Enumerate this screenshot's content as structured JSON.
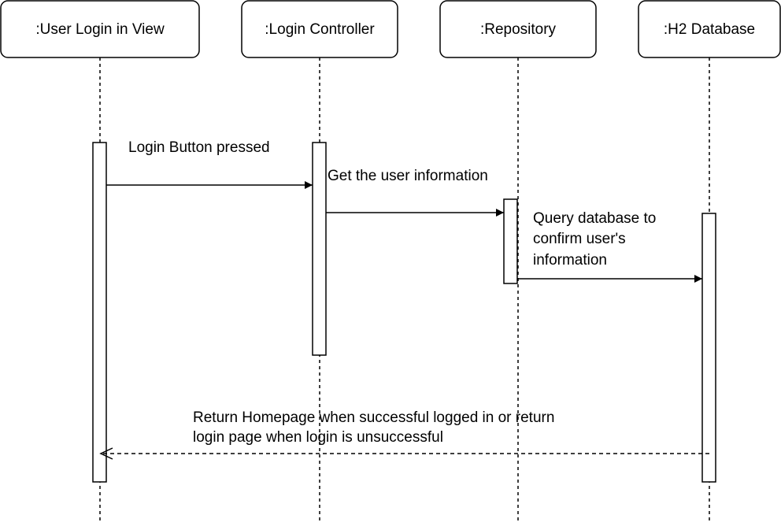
{
  "participants": [
    {
      "id": "view",
      "label": ":User Login in View"
    },
    {
      "id": "controller",
      "label": ":Login Controller"
    },
    {
      "id": "repository",
      "label": ":Repository"
    },
    {
      "id": "database",
      "label": ":H2 Database"
    }
  ],
  "messages": [
    {
      "id": "m1",
      "from": "view",
      "to": "controller",
      "lines": [
        "Login Button pressed"
      ],
      "style": "solid"
    },
    {
      "id": "m2",
      "from": "controller",
      "to": "repository",
      "lines": [
        "Get the user information"
      ],
      "style": "solid"
    },
    {
      "id": "m3",
      "from": "repository",
      "to": "database",
      "lines": [
        "Query database to",
        "confirm user's",
        "information"
      ],
      "style": "solid"
    },
    {
      "id": "m4",
      "from": "database",
      "to": "view",
      "lines": [
        "Return Homepage when successful logged in or return",
        "login page when login is unsuccessful"
      ],
      "style": "dashed-return"
    }
  ],
  "colors": {
    "stroke": "#000000",
    "background": "#ffffff"
  }
}
